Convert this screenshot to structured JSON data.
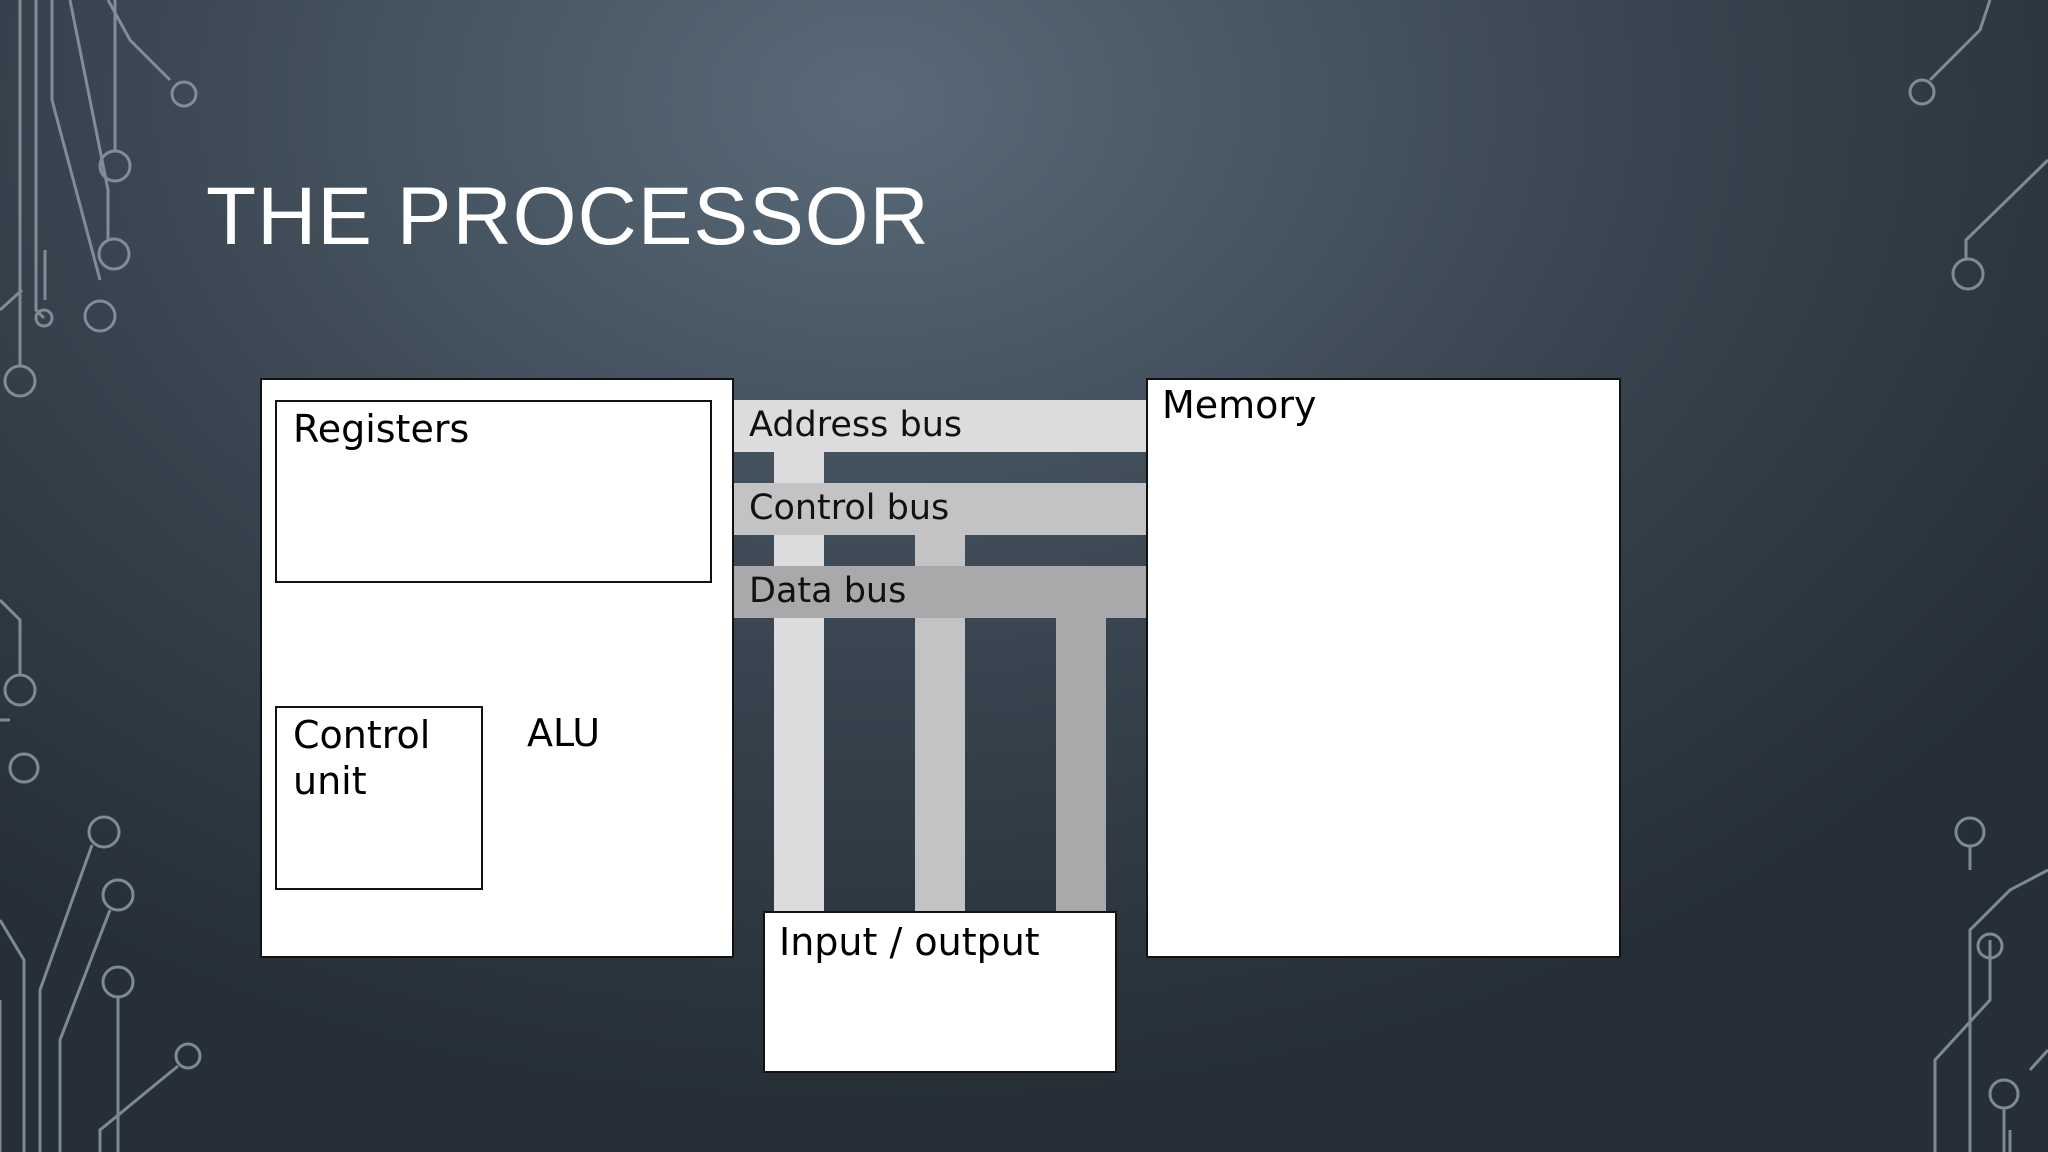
{
  "slide": {
    "title": "THE PROCESSOR"
  },
  "diagram": {
    "processor": {
      "registers_label": "Registers",
      "control_unit_label": "Control\nunit",
      "alu_label": "ALU"
    },
    "buses": [
      {
        "label": "Address bus",
        "color": "#dcdbdd"
      },
      {
        "label": "Control bus",
        "color": "#c3c2c4"
      },
      {
        "label": "Data bus",
        "color": "#a9a8aa"
      }
    ],
    "memory_label": "Memory",
    "io_label": "Input / output"
  },
  "colors": {
    "box_fill": "#ffffff",
    "box_border": "#111111",
    "title": "#ffffff",
    "circuit_lines": "#8d9aa4"
  }
}
